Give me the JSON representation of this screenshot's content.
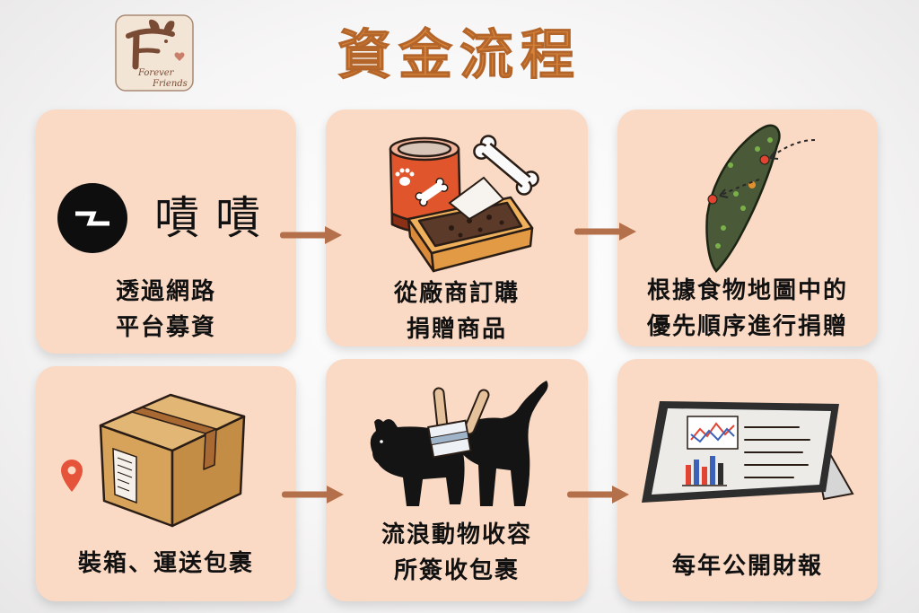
{
  "logo": {
    "line1": "Forever",
    "line2": "Friends"
  },
  "title": "資金流程",
  "colors": {
    "title": "#d5823a",
    "card": "#fbdac5",
    "arrow": "#b3704b",
    "text": "#111111"
  },
  "arrow_icon": "right-arrow-icon",
  "steps": [
    {
      "brand": "嘖嘖",
      "lines": [
        "透過網路",
        "平台募資"
      ],
      "icon": "zeczec-logo-icon"
    },
    {
      "lines": [
        "從廠商訂購",
        "捐贈商品"
      ],
      "icon": "pet-food-and-bone-illustration"
    },
    {
      "lines": [
        "根據食物地圖中的",
        "優先順序進行捐贈"
      ],
      "icon": "taiwan-food-map-illustration"
    },
    {
      "lines": [
        "裝箱、運送包裹"
      ],
      "icon": "cardboard-box-illustration"
    },
    {
      "lines": [
        "流浪動物收容",
        "所簽收包裹"
      ],
      "icon": "animals-receiving-package-illustration"
    },
    {
      "lines": [
        "每年公開財報"
      ],
      "icon": "financial-report-tablet-illustration"
    }
  ]
}
